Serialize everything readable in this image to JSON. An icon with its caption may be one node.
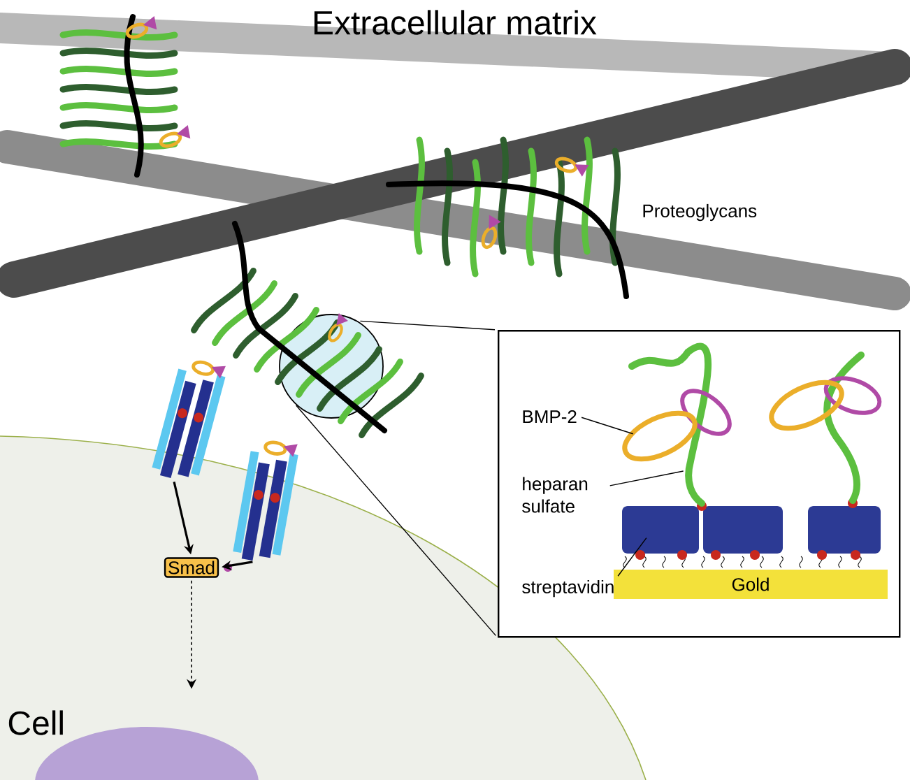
{
  "diagram": {
    "nodes": [
      {
        "text": [],
        "shape": "box"
      },
      {
        "text": [
          "Gold"
        ],
        "in": 0
      },
      {
        "text": [
          "BMP-2"
        ],
        "in": 0
      },
      {
        "text": [
          "heparan sulfate"
        ],
        "in": 0
      },
      {
        "text": [
          "streptavidin"
        ],
        "in": 0
      },
      {
        "text": [],
        "shape": "picture",
        "in": 0
      },
      {
        "text": [],
        "shape": "picture",
        "in": 0
      },
      {
        "text": [],
        "shape": "picture",
        "in": 0
      },
      {
        "text": [],
        "shape": "circle"
      },
      {
        "text": [],
        "shape": "picture"
      },
      {
        "text": [],
        "shape": "picture"
      },
      {
        "text": [
          "Smad"
        ]
      },
      {
        "text": [],
        "shape": "circle"
      }
    ],
    "edges": [
      {
        "from": 8,
        "to": 0,
        "arrow": "none"
      },
      {
        "from": 8,
        "to": 0,
        "arrow": "none"
      },
      {
        "from": 2,
        "to": 5,
        "arrow": "none"
      },
      {
        "from": 3,
        "to": 6,
        "arrow": "none"
      },
      {
        "from": 4,
        "to": 7,
        "arrow": "none"
      },
      {
        "from": 9,
        "to": 11,
        "arrow": "to"
      },
      {
        "from": 10,
        "to": 11,
        "arrow": "to"
      },
      {
        "from": 11,
        "to": 12,
        "arrow": "to",
        "style": "dashed"
      }
    ],
    "labels": [
      "Extracellular matrix",
      "Proteoglycans",
      "Cell"
    ]
  }
}
